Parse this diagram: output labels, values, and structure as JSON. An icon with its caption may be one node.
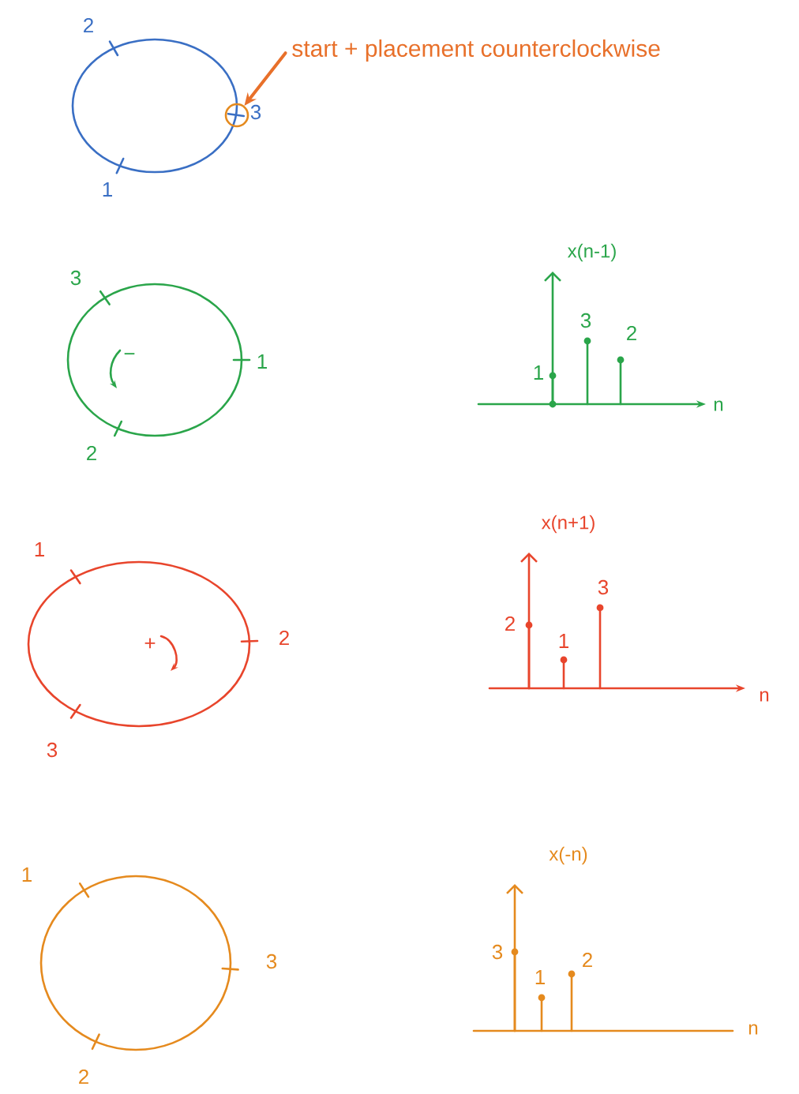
{
  "diagram": {
    "nodes": [
      {
        "text": [
          "start + placement counterclockwise"
        ]
      },
      {
        "text": [],
        "shape": "circle"
      }
    ],
    "edges": [
      {
        "from": 0,
        "to": 1,
        "arrow": "to"
      }
    ],
    "labels": [
      "2",
      "3",
      "1",
      "3",
      "1",
      "2",
      "−",
      "x(n-1)",
      "3",
      "2",
      "1",
      "n",
      "1",
      "2",
      "3",
      "+",
      "x(n+1)",
      "3",
      "2",
      "1",
      "n",
      "1",
      "3",
      "2",
      "x(-n)",
      "3",
      "2",
      "1",
      "n"
    ]
  }
}
